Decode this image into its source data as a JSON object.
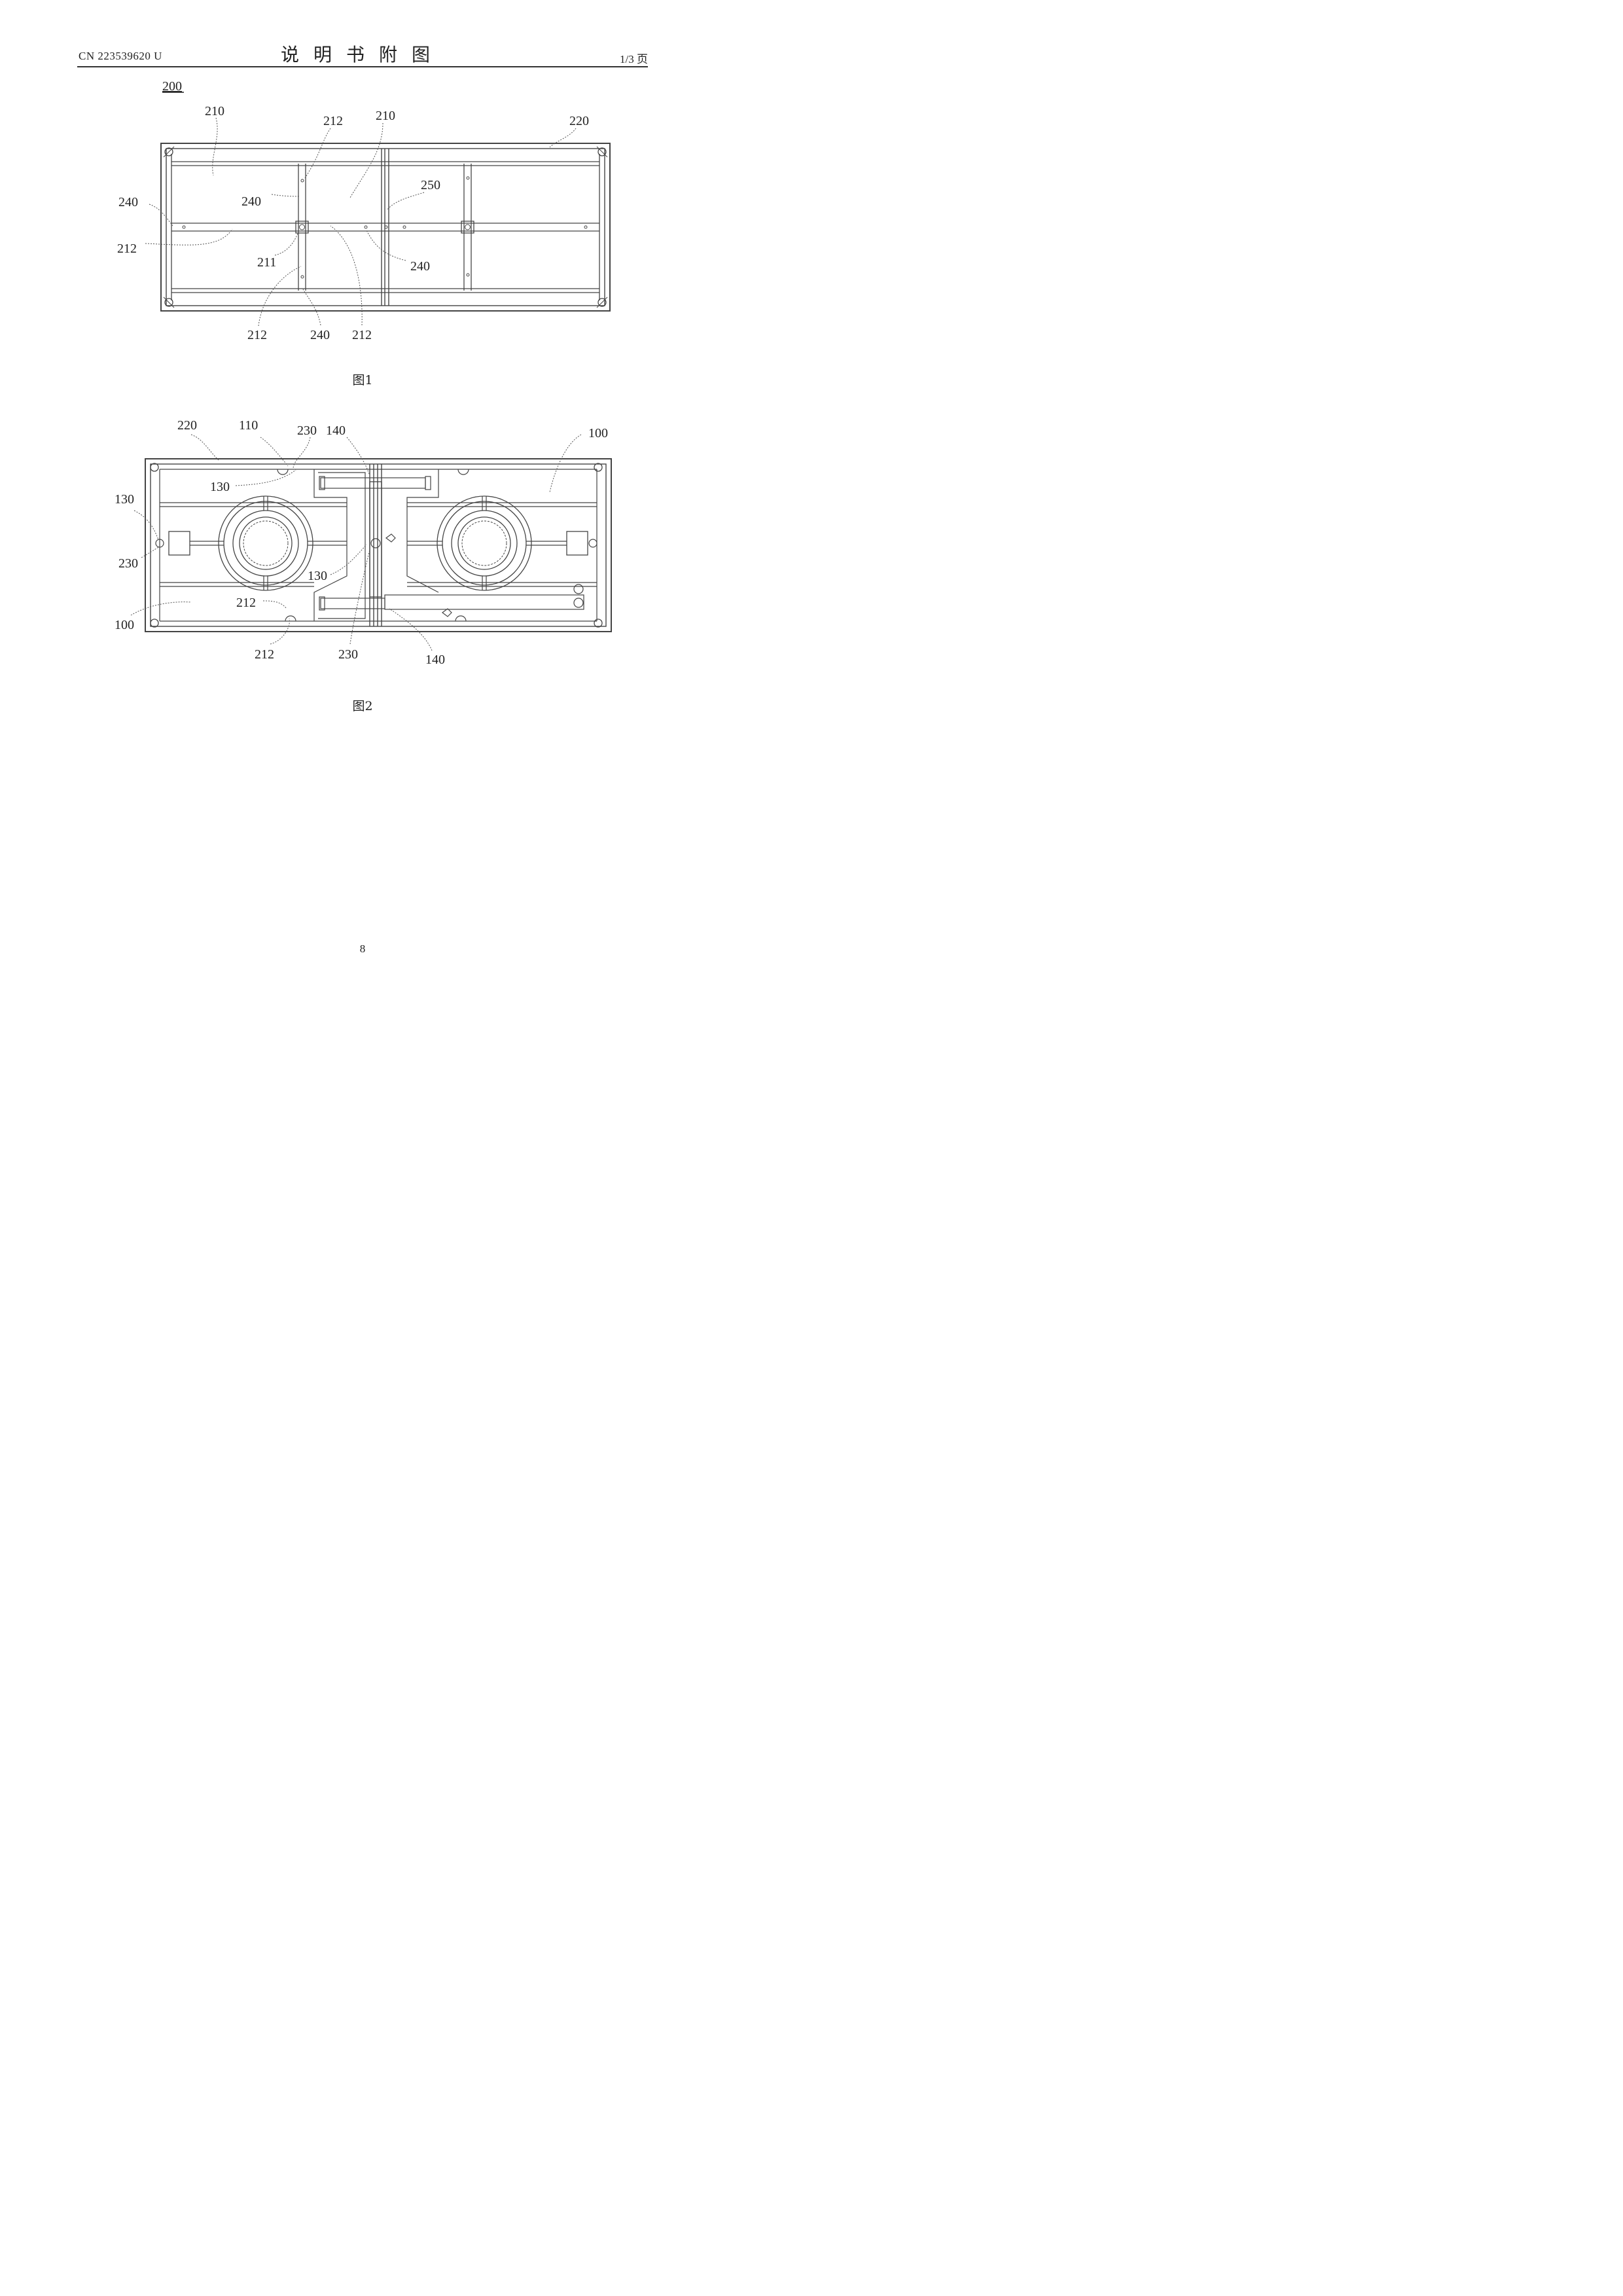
{
  "header": {
    "doc_number": "CN 223539620 U",
    "title": "说明书附图",
    "page_of": "1/3 页"
  },
  "figure1": {
    "ref_number": "200",
    "caption": "图1",
    "labels": {
      "l210a": "210",
      "l212a": "212",
      "l210b": "210",
      "l220": "220",
      "l240a": "240",
      "l240b": "240",
      "l250": "250",
      "l212b": "212",
      "l211": "211",
      "l240c": "240",
      "l212c": "212",
      "l240d": "240",
      "l212d": "212"
    }
  },
  "figure2": {
    "caption": "图2",
    "labels": {
      "l220": "220",
      "l110": "110",
      "l230a": "230",
      "l140a": "140",
      "l100a": "100",
      "l130a": "130",
      "l130b": "130",
      "l230b": "230",
      "l130c": "130",
      "l212a": "212",
      "l100b": "100",
      "l212b": "212",
      "l230c": "230",
      "l140b": "140"
    }
  },
  "page_number": "8"
}
